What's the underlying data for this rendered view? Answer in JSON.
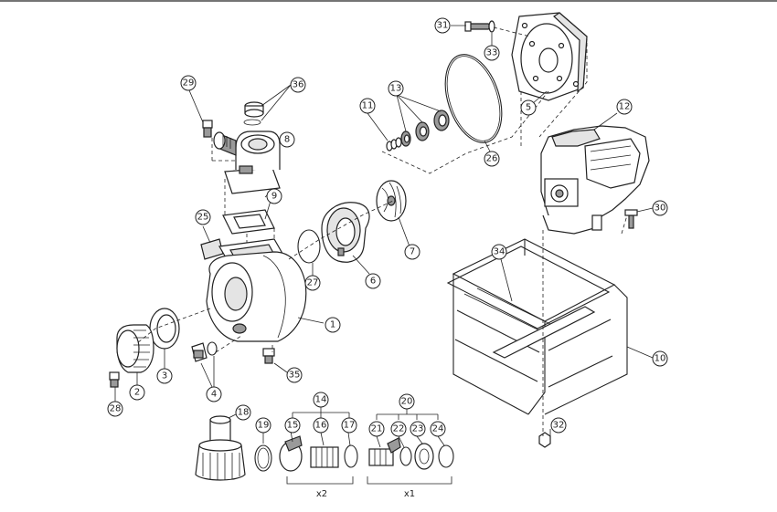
{
  "callouts": {
    "c1": "1",
    "c2": "2",
    "c3": "3",
    "c4": "4",
    "c5": "5",
    "c6": "6",
    "c7": "7",
    "c8": "8",
    "c9": "9",
    "c10": "10",
    "c11": "11",
    "c12": "12",
    "c13": "13",
    "c14": "14",
    "c15": "15",
    "c16": "16",
    "c17": "17",
    "c18": "18",
    "c19": "19",
    "c20": "20",
    "c21": "21",
    "c22": "22",
    "c23": "23",
    "c24": "24",
    "c25": "25",
    "c26": "26",
    "c27": "27",
    "c28": "28",
    "c29": "29",
    "c30": "30",
    "c31": "31",
    "c32": "32",
    "c33": "33",
    "c34": "34",
    "c35": "35",
    "c36": "36"
  },
  "quantities": {
    "kit_14": "x2",
    "kit_20": "x1"
  }
}
